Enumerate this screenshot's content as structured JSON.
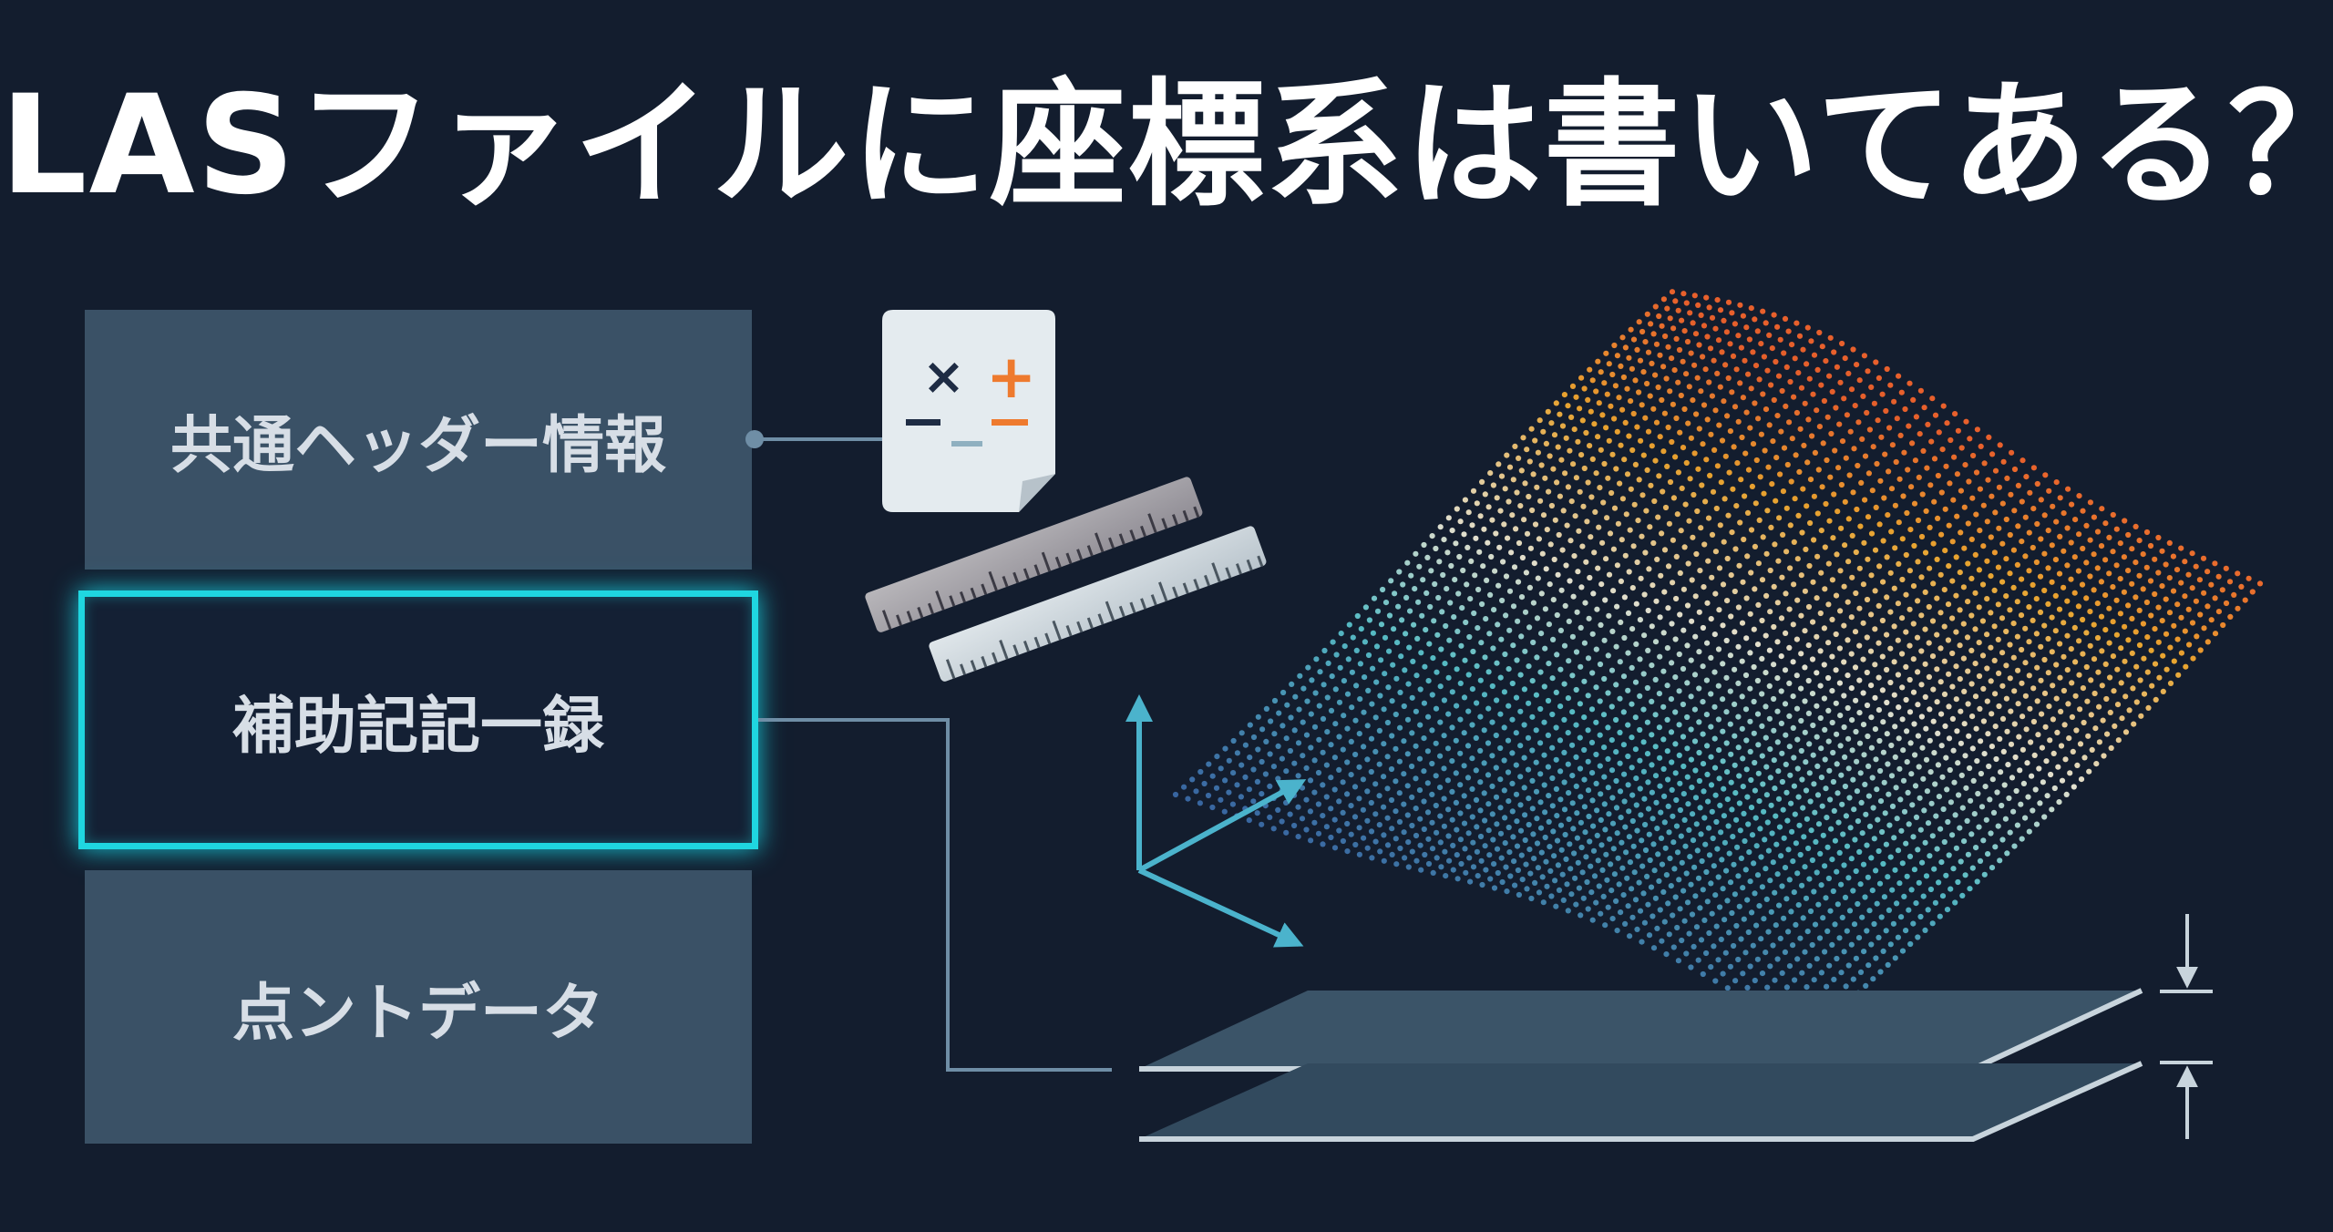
{
  "title": "LASファイルに座標系は書いてある？",
  "blocks": [
    {
      "id": "header",
      "label": "共通ヘッダー情報",
      "highlighted": false
    },
    {
      "id": "vlr",
      "label": "補助記記一録",
      "highlighted": true
    },
    {
      "id": "points",
      "label": "点ントデータ",
      "highlighted": false
    }
  ],
  "icons": [
    "calculator-note-icon",
    "ruler-icon",
    "ruler-icon",
    "xyz-axes-icon",
    "point-cloud-surface",
    "plane-layer",
    "offset-arrow-icon"
  ],
  "calc_symbols": {
    "times": "×",
    "plus": "+",
    "minus_left": "−",
    "minus_right": "−",
    "underscore": "_"
  },
  "colors": {
    "background": "#131d2e",
    "block": "#3a5166",
    "highlight": "#1fd6e0",
    "axes": "#4bb3cc",
    "plane": "#3b5468",
    "plane_edge": "#c8d4dc",
    "point_low": "#3f6fb8",
    "point_mid": "#5fd0d8",
    "point_high_a": "#f0a830",
    "point_high_b": "#e8602c"
  }
}
